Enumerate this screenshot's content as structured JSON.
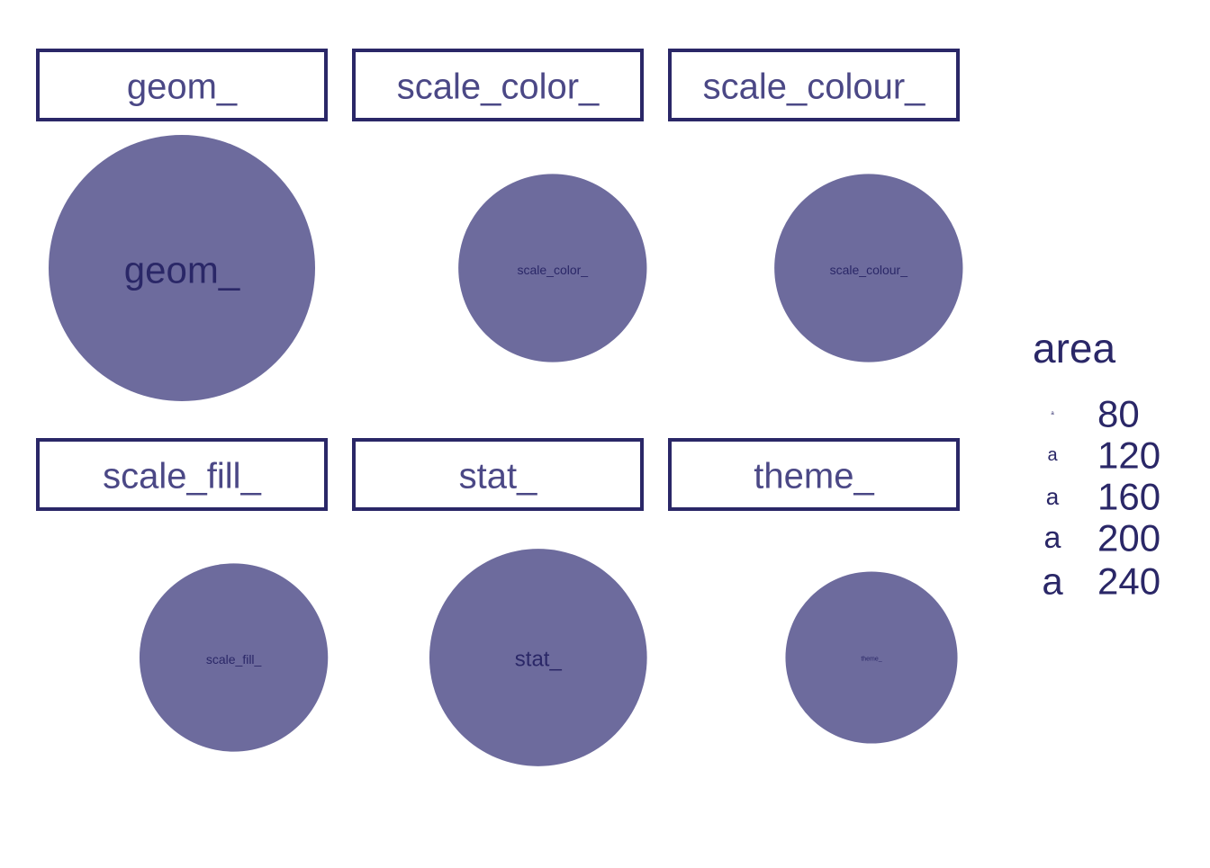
{
  "colors": {
    "ink": "#2a2767",
    "circle_fill": "#6d6b9d",
    "panel_title_text": "#4b4886",
    "background": "#ffffff"
  },
  "chart_data": {
    "type": "scatter",
    "description_of_encoding": "faceted bubble chart, one point per facet, point size and label size mapped to area",
    "facets": [
      {
        "title": "geom_",
        "label": "geom_",
        "area": 240
      },
      {
        "title": "scale_color_",
        "label": "scale_color_",
        "area": 120
      },
      {
        "title": "scale_colour_",
        "label": "scale_colour_",
        "area": 120
      },
      {
        "title": "scale_fill_",
        "label": "scale_fill_",
        "area": 120
      },
      {
        "title": "stat_",
        "label": "stat_",
        "area": 160
      },
      {
        "title": "theme_",
        "label": "theme_",
        "area": 100
      }
    ],
    "legend": {
      "title": "area",
      "glyph": "a",
      "entries": [
        "80",
        "120",
        "160",
        "200",
        "240"
      ],
      "position": "right"
    },
    "grid": false
  }
}
